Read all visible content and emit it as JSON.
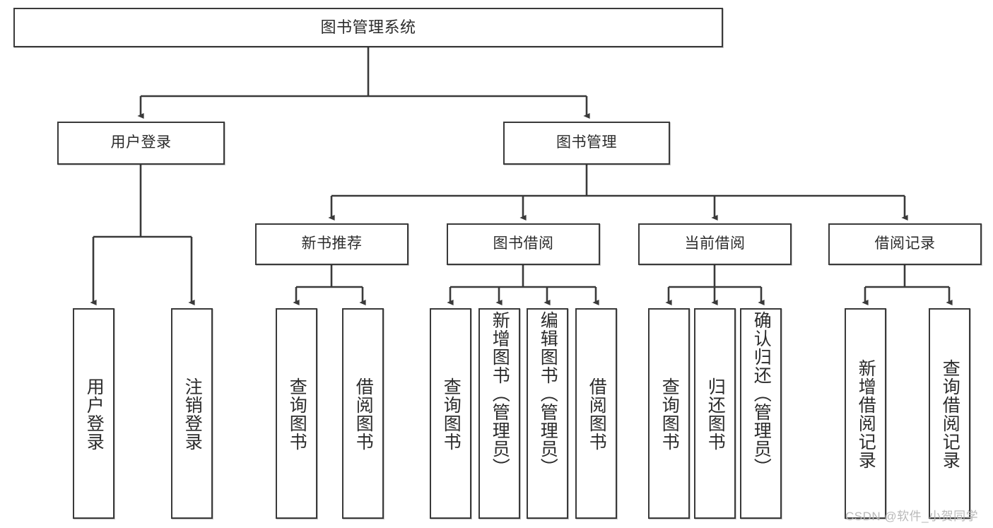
{
  "diagram": {
    "type": "tree",
    "title": "图书管理系统",
    "root": {
      "label": "图书管理系统"
    },
    "level1": [
      {
        "label": "用户登录"
      },
      {
        "label": "图书管理"
      }
    ],
    "level2": [
      {
        "label": "新书推荐"
      },
      {
        "label": "图书借阅"
      },
      {
        "label": "当前借阅"
      },
      {
        "label": "借阅记录"
      }
    ],
    "leaves": {
      "user_login": [
        {
          "label": "用户登录"
        },
        {
          "label": "注销登录"
        }
      ],
      "new_book_recommend": [
        {
          "label": "查询图书"
        },
        {
          "label": "借阅图书"
        }
      ],
      "book_borrow": [
        {
          "label": "查询图书"
        },
        {
          "label": "新增图书（管理员）"
        },
        {
          "label": "编辑图书（管理员）"
        },
        {
          "label": "借阅图书"
        }
      ],
      "current_borrow": [
        {
          "label": "查询图书"
        },
        {
          "label": "归还图书"
        },
        {
          "label": "确认归还（管理员）"
        }
      ],
      "borrow_record": [
        {
          "label": "新增借阅记录"
        },
        {
          "label": "查询借阅记录"
        }
      ]
    }
  },
  "watermark": {
    "text": "CSDN @软件_小贺同学"
  },
  "colors": {
    "stroke": "#3a3a3a",
    "text": "#2b2b2b",
    "background": "#ffffff",
    "watermark": "#b9b9b9"
  }
}
